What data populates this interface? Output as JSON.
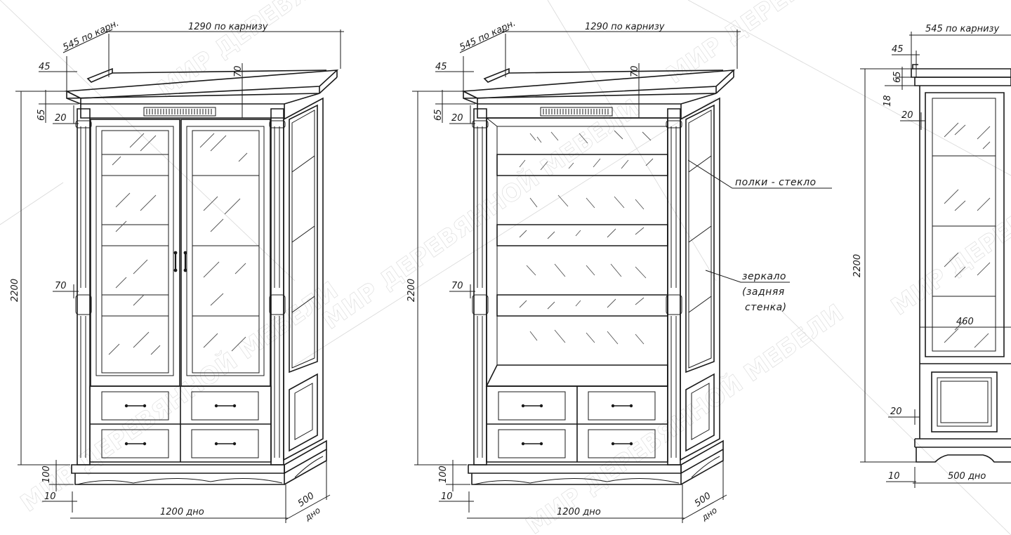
{
  "watermark": "МИР ДЕРЕВЯННОЙ МЕБЕЛИ",
  "views": {
    "front_closed": {
      "width_cornice": "1290 по карнизу",
      "depth_cornice": "545 по карн.",
      "d45": "45",
      "d65": "65",
      "d20": "20",
      "d70_top": "70",
      "height": "2200",
      "d70_side": "70",
      "d100": "100",
      "d10": "10",
      "width_base": "1200 дно",
      "depth_base": "500",
      "depth_base_unit": "дно"
    },
    "front_open": {
      "width_cornice": "1290 по карнизу",
      "depth_cornice": "545 по карн.",
      "d45": "45",
      "d65": "65",
      "d20": "20",
      "d70_top": "70",
      "height": "2200",
      "d70_side": "70",
      "d100": "100",
      "d10": "10",
      "width_base": "1200 дно",
      "depth_base": "500",
      "depth_base_unit": "дно",
      "label_shelves": "полки  - стекло",
      "label_mirror_1": "зеркало",
      "label_mirror_2": "(задняя",
      "label_mirror_3": "стенка)"
    },
    "side": {
      "depth_cornice": "545 по карнизу",
      "d45": "45",
      "d65": "65",
      "d18": "18",
      "d20_top": "20",
      "height": "2200",
      "d460": "460",
      "d20_bottom": "20",
      "d10": "10",
      "depth_base": "500 дно"
    }
  }
}
